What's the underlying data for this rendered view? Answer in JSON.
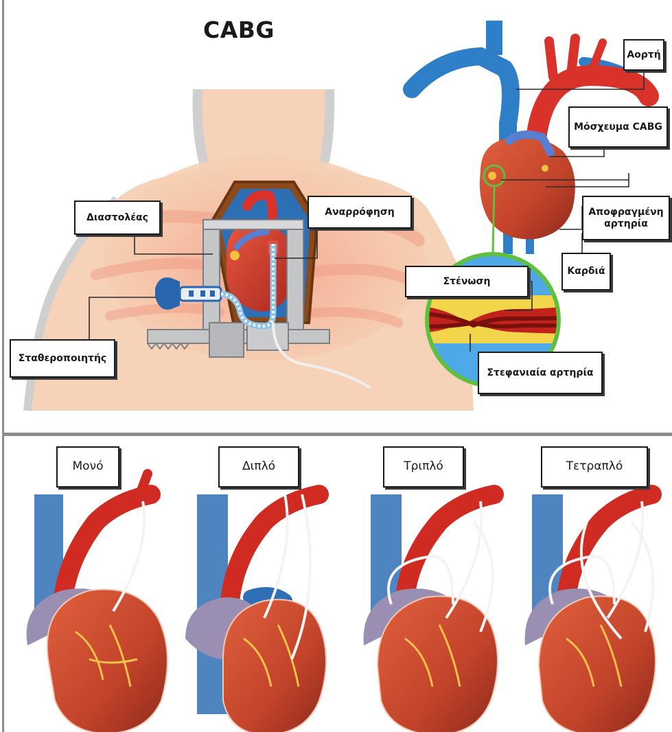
{
  "title": "CABG",
  "labels": {
    "aorta": "Αορτή",
    "graft": "Μόσχευμα CABG",
    "blocked_artery": "Αποφραγμένη αρτηρία",
    "heart": "Καρδιά",
    "stenosis": "Στένωση",
    "coronary_artery": "Στεφανιαία αρτηρία",
    "retractor": "Διαστολέας",
    "suction": "Αναρρόφηση",
    "stabilizer": "Σταθεροποιητής"
  },
  "bypass_types": [
    "Μονό",
    "Διπλό",
    "Τριπλό",
    "Τετραπλό"
  ],
  "colors": {
    "skin": "#f6d3b8",
    "skin_dark": "#e9b897",
    "artery_red": "#d8322b",
    "vein_blue": "#2f7fc8",
    "heart_red": "#c9412f",
    "retractor_gray": "#c4c6c8",
    "zoom_ring": "#5fbf3e",
    "plaque_yellow": "#f2d54b",
    "divider": "#8c8c8c"
  }
}
